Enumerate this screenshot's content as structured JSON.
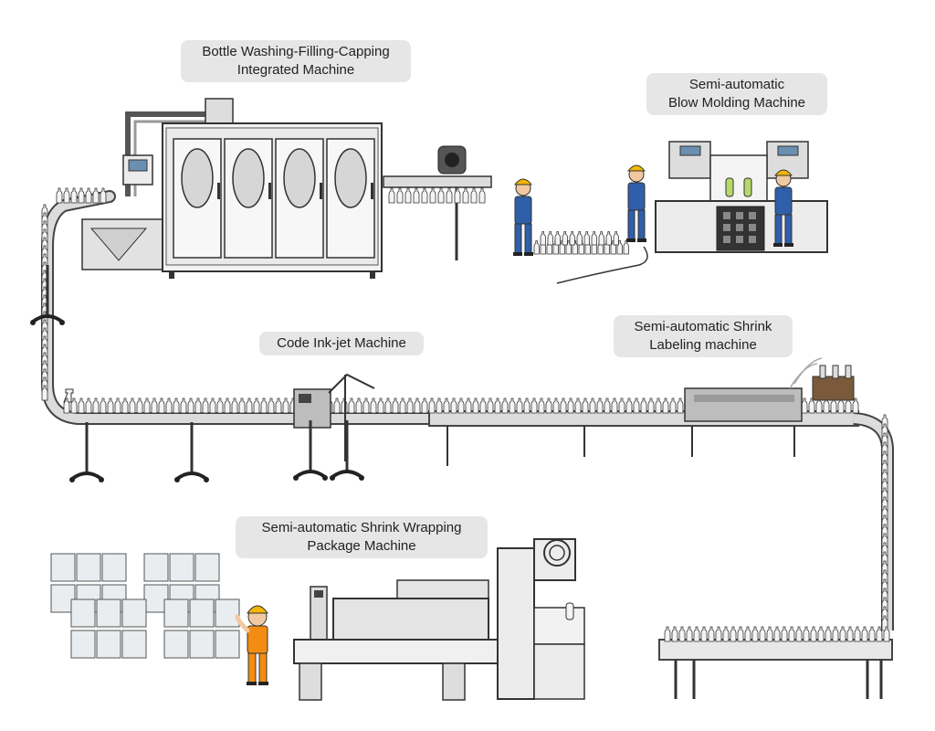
{
  "machines": [
    {
      "id": "washing",
      "lines": [
        "Bottle Washing-Filling-Capping",
        "Integrated Machine"
      ]
    },
    {
      "id": "blow",
      "lines": [
        "Semi-automatic",
        "Blow Molding Machine"
      ]
    },
    {
      "id": "inkjet",
      "lines": [
        "Code Ink-jet Machine"
      ]
    },
    {
      "id": "labeling",
      "lines": [
        "Semi-automatic Shrink",
        "Labeling machine"
      ]
    },
    {
      "id": "wrapping",
      "lines": [
        "Semi-automatic Shrink Wrapping",
        "Package Machine"
      ]
    }
  ],
  "colors": {
    "machine_body": "#e9e9e9",
    "machine_outline": "#333333",
    "conveyor": "#d8d8d8",
    "bottle": "#f4f4f4",
    "label_bg": "#e6e6e6",
    "worker_shirt": "#2f5fa8",
    "helmet": "#f2b705",
    "dark_panel": "#555555"
  }
}
